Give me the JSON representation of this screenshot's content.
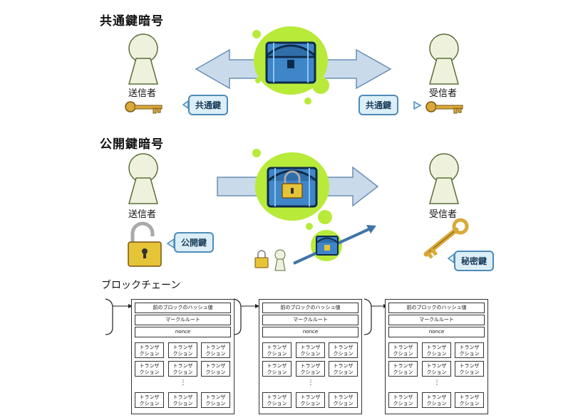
{
  "sections": {
    "symmetric": {
      "title": "共通鍵暗号",
      "sender": "送信者",
      "receiver": "受信者",
      "key_left": "共通鍵",
      "key_right": "共通鍵"
    },
    "public": {
      "title": "公開鍵暗号",
      "sender": "送信者",
      "receiver": "受信者",
      "public_key": "公開鍵",
      "private_key": "秘密鍵"
    },
    "blockchain": {
      "title": "ブロックチェーン",
      "blocks": [
        {
          "prev_hash": "前のブロックのハッシュ値",
          "merkle_root": "マークルルート",
          "nonce": "nonce",
          "tx_label": "トランザ\nクション",
          "ellipsis": "⋮"
        },
        {
          "prev_hash": "前のブロックのハッシュ値",
          "merkle_root": "マークルルート",
          "nonce": "nonce",
          "tx_label": "トランザ\nクション",
          "ellipsis": "⋮"
        },
        {
          "prev_hash": "前のブロックのハッシュ値",
          "merkle_root": "マークルルート",
          "nonce": "nonce",
          "tx_label": "トランザ\nクション",
          "ellipsis": "⋮"
        }
      ]
    }
  },
  "colors": {
    "person_fill": "#eef2dd",
    "person_stroke": "#5b6f3a",
    "arrow_fill": "#c9daea",
    "arrow_stroke": "#6a8fb5",
    "glow": "#b8ea3a",
    "chest": "#3f86c8",
    "key": "#d9a93a"
  }
}
